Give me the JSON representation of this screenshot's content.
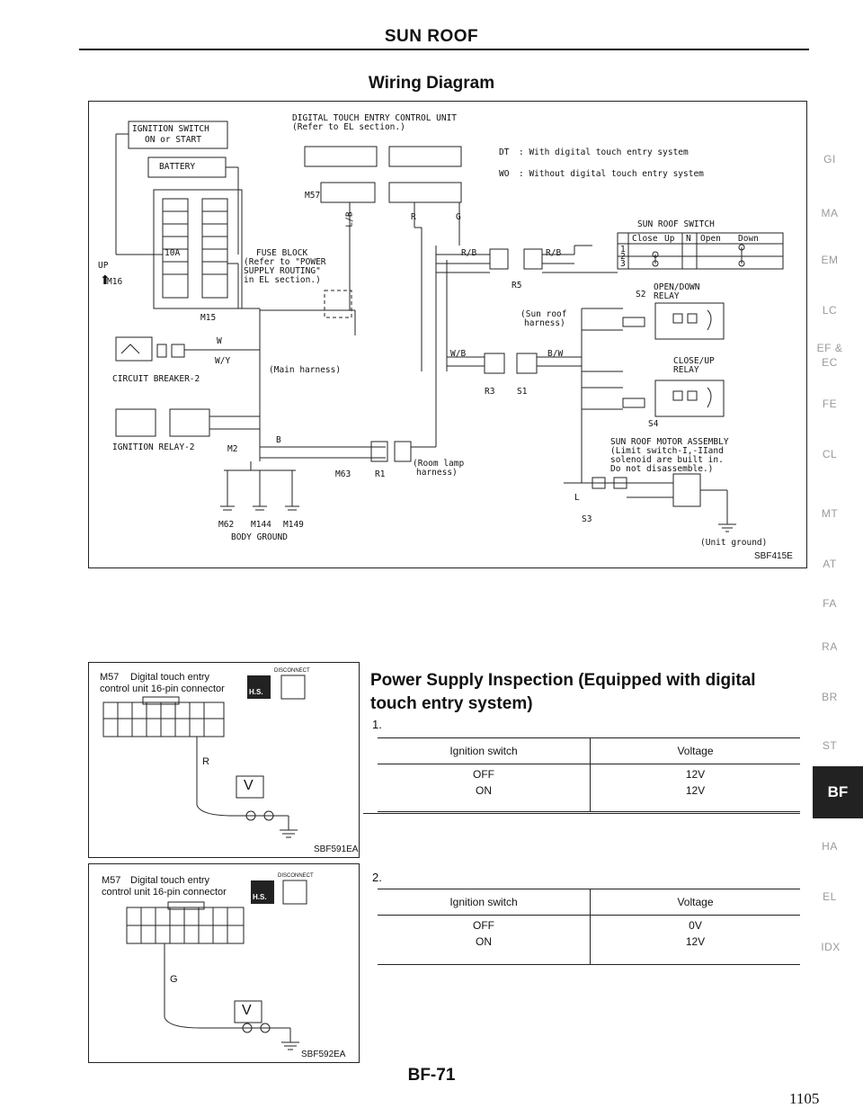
{
  "header": {
    "page_title": "SUN ROOF",
    "section_title": "Wiring Diagram"
  },
  "wiring": {
    "dtc_unit_line1": "DIGITAL TOUCH ENTRY CONTROL UNIT",
    "dtc_unit_line2": "(Refer to EL section.)",
    "ign_switch_line1": "IGNITION SWITCH",
    "ign_switch_line2": "ON or START",
    "battery": "BATTERY",
    "fuse_10a": "10A",
    "up_label": "UP",
    "legend_dt_code": "DT",
    "legend_dt": ": With digital touch entry system",
    "legend_wo_code": "WO",
    "legend_wo": ": Without digital touch entry system",
    "fuse_block_1": "FUSE BLOCK",
    "fuse_block_2": "(Refer to \"POWER",
    "fuse_block_3": "SUPPLY ROUTING\"",
    "fuse_block_4": "in EL section.)",
    "sun_roof_switch": "SUN ROOF SWITCH",
    "sw_close": "Close",
    "sw_up": "Up",
    "sw_n": "N",
    "sw_open": "Open",
    "sw_down": "Down",
    "sw_row1": "1",
    "sw_row2": "2",
    "sw_row3": "3",
    "conn_m57": "M57",
    "conn_m16": "M16",
    "conn_m15": "M15",
    "conn_r5": "R5",
    "conn_s2": "S2",
    "conn_r3": "R3",
    "conn_s1": "S1",
    "conn_s4": "S4",
    "conn_m2": "M2",
    "conn_m63": "M63",
    "conn_r1": "R1",
    "conn_s3": "S3",
    "conn_m62": "M62",
    "conn_m144": "M144",
    "conn_m149": "M149",
    "open_down_relay_1": "OPEN/DOWN",
    "open_down_relay_2": "RELAY",
    "close_up_relay_1": "CLOSE/UP",
    "close_up_relay_2": "RELAY",
    "sun_roof_harness_1": "(Sun roof",
    "sun_roof_harness_2": "harness)",
    "main_harness": "(Main harness)",
    "room_lamp_1": "(Room lamp",
    "room_lamp_2": "harness)",
    "circuit_breaker": "CIRCUIT BREAKER-2",
    "ign_relay": "IGNITION RELAY-2",
    "body_ground": "BODY GROUND",
    "motor_1": "SUN ROOF MOTOR ASSEMBLY",
    "motor_2": "(Limit switch-I,-IIand",
    "motor_3": "solenoid are built in.",
    "motor_4": "Do not disassemble.)",
    "unit_ground": "(Unit ground)",
    "fig_id": "SBF415E",
    "wire_lb": "L/B",
    "wire_r": "R",
    "wire_g": "G",
    "wire_w": "W",
    "wire_wy": "W/Y",
    "wire_b": "B",
    "wire_l": "L",
    "wire_wb": "W/B",
    "wire_rb": "R/B",
    "wire_bw": "B/W"
  },
  "inspection": {
    "heading": "Power Supply Inspection (Equipped with digital touch entry system)",
    "step1": "1.",
    "step2": "2.",
    "table1": {
      "col_switch": "Ignition switch",
      "col_voltage": "Voltage",
      "rows": [
        {
          "switch": "OFF",
          "voltage": "12V"
        },
        {
          "switch": "ON",
          "voltage": "12V"
        }
      ]
    },
    "table2": {
      "col_switch": "Ignition switch",
      "col_voltage": "Voltage",
      "rows": [
        {
          "switch": "OFF",
          "voltage": "0V"
        },
        {
          "switch": "ON",
          "voltage": "12V"
        }
      ]
    }
  },
  "figures": {
    "fig1": {
      "conn_code": "M57",
      "caption_1": "Digital touch entry",
      "caption_2": "control unit 16-pin connector",
      "disconnect": "DISCONNECT",
      "hs": "H.S.",
      "wire": "R",
      "meter": "V",
      "id": "SBF591EA"
    },
    "fig2": {
      "conn_code": "M57",
      "caption_1": "Digital touch entry",
      "caption_2": "control unit 16-pin connector",
      "disconnect": "DISCONNECT",
      "hs": "H.S.",
      "wire": "G",
      "meter": "V",
      "id": "SBF592EA"
    }
  },
  "side_tabs": [
    "GI",
    "MA",
    "EM",
    "LC",
    "EF &",
    "EC",
    "FE",
    "CL",
    "MT",
    "AT",
    "FA",
    "RA",
    "BR",
    "ST",
    "BF",
    "HA",
    "EL",
    "IDX"
  ],
  "footer": {
    "code": "BF-71",
    "page_number": "1105"
  }
}
